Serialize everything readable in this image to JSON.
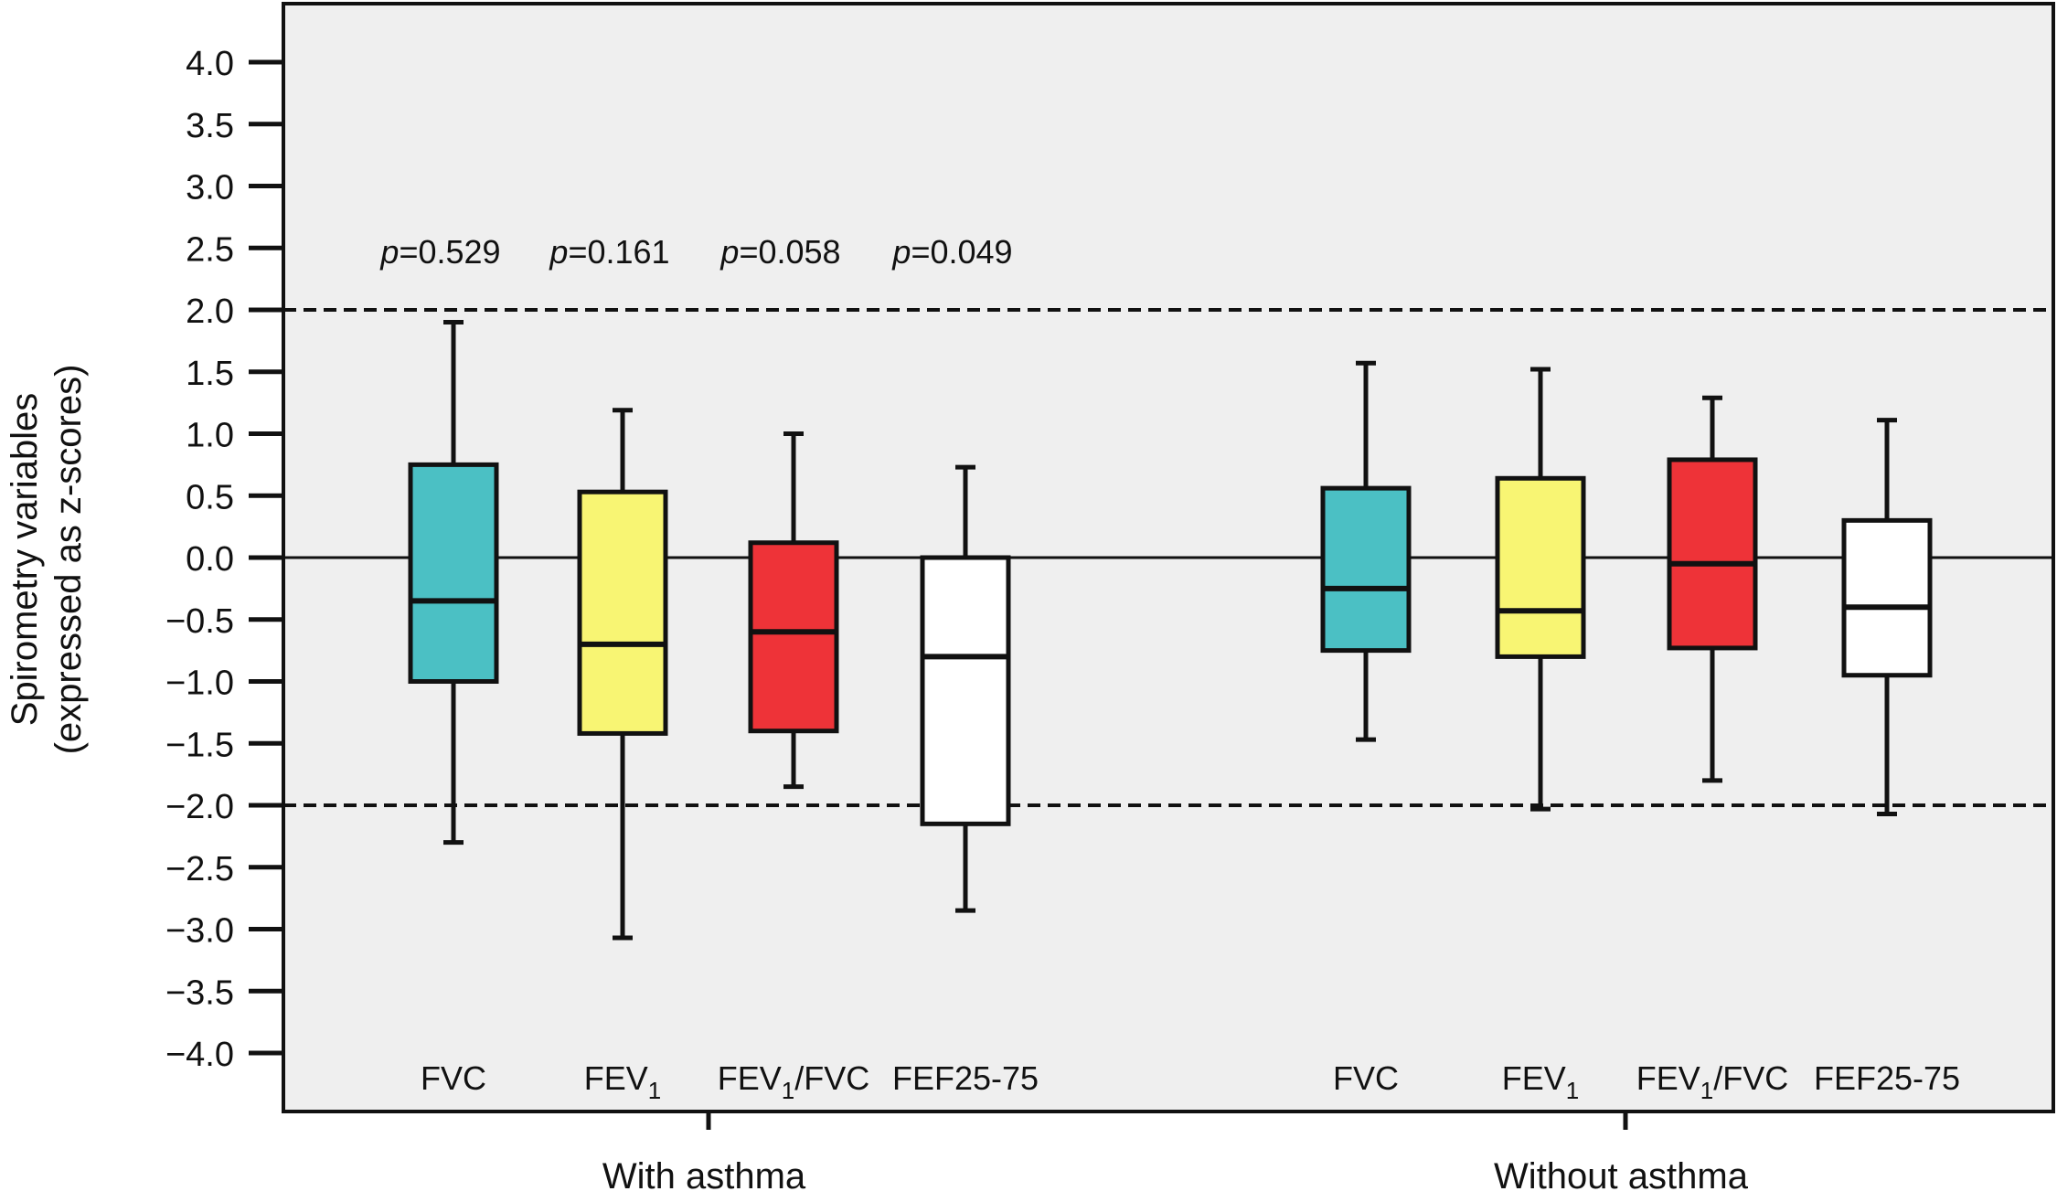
{
  "chart_data": {
    "type": "boxplot",
    "ylabel_line1": "Spirometry variables",
    "ylabel_line2": "(expressed as z-scores)",
    "ylim": [
      -4.0,
      4.0
    ],
    "yticks": [
      "4.0",
      "3.5",
      "3.0",
      "2.5",
      "2.0",
      "1.5",
      "1.0",
      "0.5",
      "0.0",
      "−0.5",
      "−1.0",
      "−1.5",
      "−2.0",
      "−2.5",
      "−3.0",
      "−3.5",
      "−4.0"
    ],
    "reference_lines": {
      "dashed": [
        2.0,
        -2.0
      ],
      "solid": [
        0.0
      ]
    },
    "groups": [
      {
        "label": "With asthma",
        "boxes": [
          {
            "label": "FVC",
            "label_sub": "",
            "label_rest": "",
            "color": "#4bc0c4",
            "whisker_low": -2.3,
            "q1": -1.0,
            "median": -0.35,
            "q3": 0.75,
            "whisker_high": 1.9,
            "p_prefix": "p",
            "p_value": "=0.529"
          },
          {
            "label": "FEV",
            "label_sub": "1",
            "label_rest": "",
            "color": "#f8f573",
            "whisker_low": -3.07,
            "q1": -1.42,
            "median": -0.7,
            "q3": 0.53,
            "whisker_high": 1.19,
            "p_prefix": "p",
            "p_value": "=0.161"
          },
          {
            "label": "FEV",
            "label_sub": "1",
            "label_rest": "/FVC",
            "color": "#ee3338",
            "whisker_low": -1.85,
            "q1": -1.4,
            "median": -0.6,
            "q3": 0.12,
            "whisker_high": 1.0,
            "p_prefix": "p",
            "p_value": "=0.058"
          },
          {
            "label": "FEF25-75",
            "label_sub": "",
            "label_rest": "",
            "color": "#ffffff",
            "whisker_low": -2.85,
            "q1": -2.15,
            "median": -0.8,
            "q3": 0.0,
            "whisker_high": 0.73,
            "p_prefix": "p",
            "p_value": "=0.049"
          }
        ]
      },
      {
        "label": "Without asthma",
        "boxes": [
          {
            "label": "FVC",
            "label_sub": "",
            "label_rest": "",
            "color": "#4bc0c4",
            "whisker_low": -1.47,
            "q1": -0.75,
            "median": -0.25,
            "q3": 0.56,
            "whisker_high": 1.57
          },
          {
            "label": "FEV",
            "label_sub": "1",
            "label_rest": "",
            "color": "#f8f573",
            "whisker_low": -2.03,
            "q1": -0.8,
            "median": -0.43,
            "q3": 0.64,
            "whisker_high": 1.52
          },
          {
            "label": "FEV",
            "label_sub": "1",
            "label_rest": "/FVC",
            "color": "#ee3338",
            "whisker_low": -1.8,
            "q1": -0.73,
            "median": -0.05,
            "q3": 0.79,
            "whisker_high": 1.29
          },
          {
            "label": "FEF25-75",
            "label_sub": "",
            "label_rest": "",
            "color": "#ffffff",
            "whisker_low": -2.07,
            "q1": -0.95,
            "median": -0.4,
            "q3": 0.3,
            "whisker_high": 1.11
          }
        ]
      }
    ]
  }
}
